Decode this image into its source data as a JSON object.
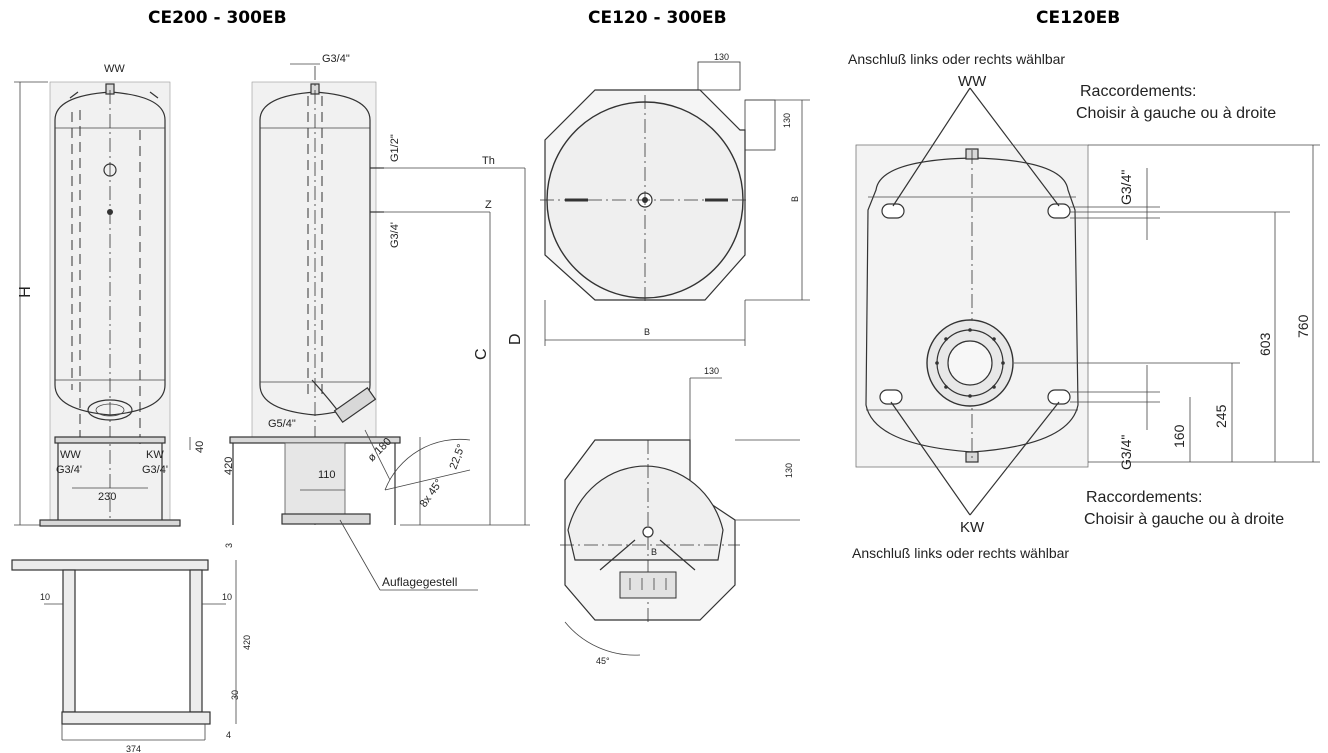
{
  "headers": {
    "left": "CE200 - 300EB",
    "middle": "CE120 - 300EB",
    "right": "CE120EB"
  },
  "left_drawing": {
    "front": {
      "ww": "WW",
      "h": "H",
      "ww_bottom": "WW",
      "kw_bottom": "KW",
      "g34_left": "G3/4'",
      "g34_right": "G3/4'",
      "w230": "230",
      "h40": "40"
    },
    "side": {
      "g34_top": "G3/4\"",
      "g12": "G1/2\"",
      "g34_mid": "G3/4'",
      "th": "Th",
      "z": "Z",
      "c": "C",
      "d": "D",
      "g54": "G5/4\"",
      "d180": "ø 180",
      "a225": "22,5°",
      "a845": "8x 45°",
      "h420": "420",
      "w110": "110",
      "stand": "Auflagegestell"
    },
    "stand_detail": {
      "d3": "3",
      "d10l": "10",
      "d10r": "10",
      "d420": "420",
      "d30": "30",
      "d4": "4",
      "d374": "374"
    }
  },
  "middle_drawing": {
    "top_view": {
      "d130a": "130",
      "d130b": "130",
      "b_right": "B",
      "b_bottom": "B"
    },
    "small_view": {
      "d130a": "130",
      "d130b": "130",
      "b": "B",
      "a45": "45°"
    }
  },
  "right_drawing": {
    "conn_top": "Anschluß links oder rechts wählbar",
    "ww": "WW",
    "racc_top_1": "Raccordements:",
    "racc_top_2": "Choisir à gauche ou à droite",
    "g34_top": "G3/4\"",
    "d603": "603",
    "d760": "760",
    "g34_bottom": "G3/4\"",
    "d160": "160",
    "d245": "245",
    "racc_bot_1": "Raccordements:",
    "racc_bot_2": "Choisir à gauche ou à droite",
    "kw": "KW",
    "conn_bottom": "Anschluß links oder rechts wählbar"
  }
}
